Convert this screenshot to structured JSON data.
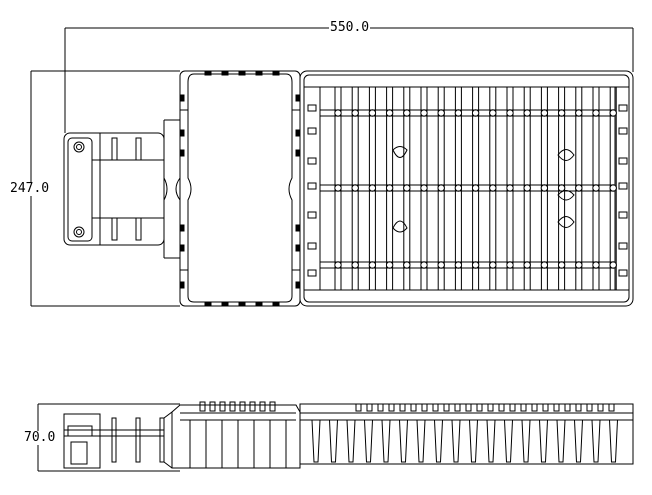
{
  "dimensions": {
    "width": "550.0",
    "height": "247.0",
    "depth": "70.0"
  },
  "colors": {
    "line": "#000000",
    "background": "#ffffff"
  }
}
